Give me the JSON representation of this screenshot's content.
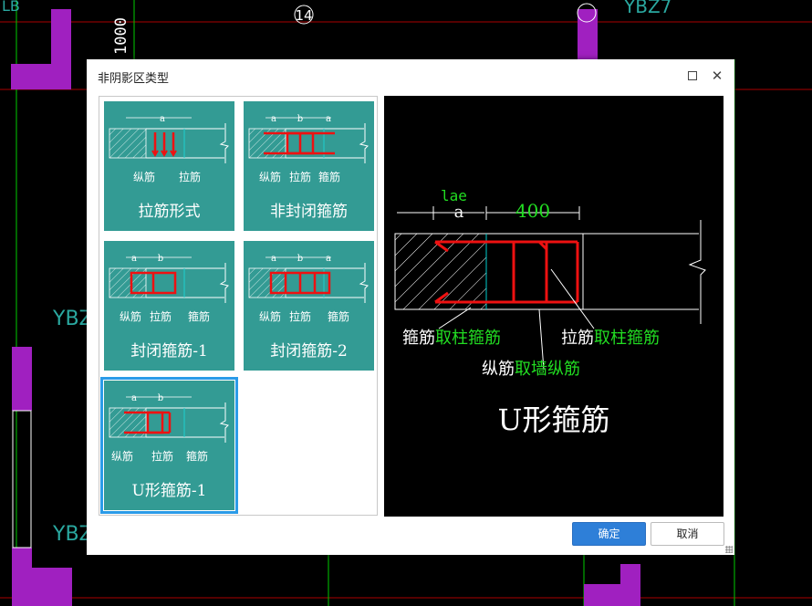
{
  "background": {
    "axis_label": "14",
    "dimension_text": "1000",
    "column_labels": [
      "YBZ",
      "YBZ",
      "YBZ7"
    ],
    "corner_label": "LB"
  },
  "dialog": {
    "title": "非阴影区类型",
    "ok_label": "确定",
    "cancel_label": "取消"
  },
  "types": [
    {
      "label": "拉筋形式",
      "subs": [
        "纵筋",
        "拉筋"
      ],
      "dims": [
        "a"
      ]
    },
    {
      "label": "非封闭箍筋",
      "subs": [
        "纵筋",
        "拉筋",
        "箍筋"
      ],
      "dims": [
        "a",
        "b",
        "a"
      ]
    },
    {
      "label": "封闭箍筋-1",
      "subs": [
        "纵筋",
        "拉筋",
        "箍筋"
      ],
      "dims": [
        "a",
        "b"
      ]
    },
    {
      "label": "封闭箍筋-2",
      "subs": [
        "纵筋",
        "拉筋",
        "箍筋"
      ],
      "dims": [
        "a",
        "b",
        "a"
      ]
    },
    {
      "label": "U形箍筋-1",
      "subs": [
        "纵筋",
        "拉筋",
        "箍筋"
      ],
      "dims": [
        "a",
        "b"
      ]
    }
  ],
  "selected_index": 4,
  "preview": {
    "lae": "lae",
    "dim_a": "a",
    "dim_400": "400",
    "label_left_white": "箍筋",
    "label_left_green": "取柱箍筋",
    "label_right_white": "拉筋",
    "label_right_green": "取柱箍筋",
    "label_bottom_white": "纵筋",
    "label_bottom_green": "取墙纵筋",
    "big_title": "U形箍筋"
  },
  "colors": {
    "tile": "#339b94",
    "rebar": "#ee1111",
    "selection": "#2b9be8",
    "primary": "#2e7fd8",
    "green_text": "#22dd22"
  }
}
